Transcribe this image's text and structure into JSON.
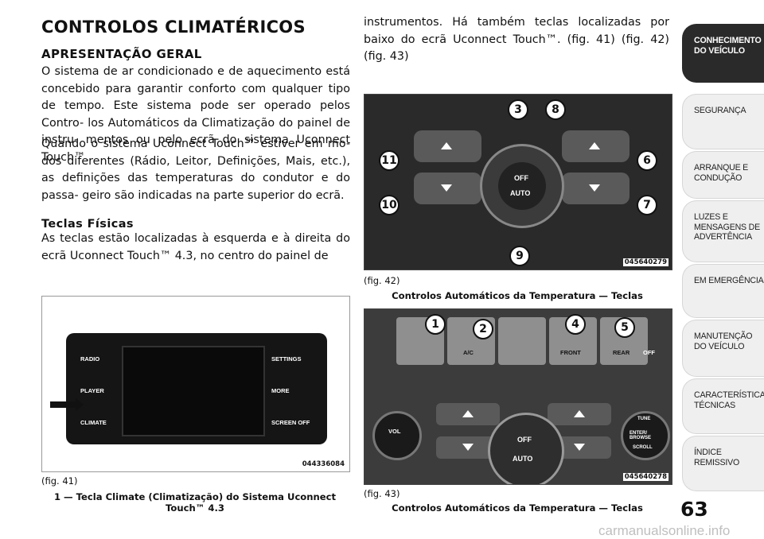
{
  "left": {
    "title": "CONTROLOS CLIMATÉRICOS",
    "section_title": "APRESENTAÇÃO GERAL",
    "para1": "O sistema de ar condicionado e de aquecimento está concebido para garantir conforto com qualquer tipo de tempo. Este sistema pode ser operado pelos Contro- los Automáticos da Climatização do painel de instru- mentos ou pelo ecrã do sistema Uconnect Touch™.",
    "para2": "Quando o sistema Uconnect Touch™ estiver em mo- dos diferentes (Rádio, Leitor, Definições, Mais, etc.), as definições das temperaturas do condutor e do passa- geiro são indicadas na parte superior do ecrã.",
    "sub_title": "Teclas Físicas",
    "para3": "As teclas estão localizadas à esquerda e à direita do ecrã Uconnect Touch™ 4.3, no centro do painel de"
  },
  "right": {
    "para": "instrumentos. Há também teclas localizadas por baixo do ecrã Uconnect Touch™. (fig. 41) (fig. 42) (fig. 43)"
  },
  "fig41": {
    "ref": "(fig. 41)",
    "code": "044336084",
    "caption": "1 — Tecla Climate (Climatização) do Sistema Uconnect Touch™ 4.3",
    "buttons_left": [
      "RADIO",
      "PLAYER",
      "CLIMATE"
    ],
    "buttons_right": [
      "SETTINGS",
      "MORE",
      "SCREEN OFF"
    ]
  },
  "fig42": {
    "ref": "(fig. 42)",
    "code": "045640279",
    "caption": "Controlos Automáticos da Temperatura — Teclas",
    "knob_off": "OFF",
    "knob_auto": "AUTO",
    "callouts": [
      "3",
      "8",
      "11",
      "6",
      "10",
      "7",
      "9"
    ]
  },
  "fig43": {
    "ref": "(fig. 43)",
    "code": "045640278",
    "caption": "Controlos Automáticos da Temperatura — Teclas",
    "keys": [
      "A/C",
      "FRONT",
      "REAR",
      "OFF"
    ],
    "knob_off": "OFF",
    "knob_auto": "AUTO",
    "vol": "VOL",
    "tune": "TUNE",
    "enter": "ENTER/ BROWSE",
    "scroll": "SCROLL",
    "callouts": [
      "1",
      "2",
      "4",
      "5"
    ]
  },
  "sidebar": {
    "tabs": [
      "CONHECIMENTO DO VEÍCULO",
      "SEGURANÇA",
      "ARRANQUE E CONDUÇÃO",
      "LUZES E MENSAGENS DE ADVERTÊNCIA",
      "EM EMERGÊNCIA",
      "MANUTENÇÃO DO VEÍCULO",
      "CARACTERÍSTICAS TÉCNICAS",
      "ÍNDICE REMISSIVO"
    ],
    "active_index": 0
  },
  "page_number": "63",
  "watermark": "carmanualsonline.info"
}
